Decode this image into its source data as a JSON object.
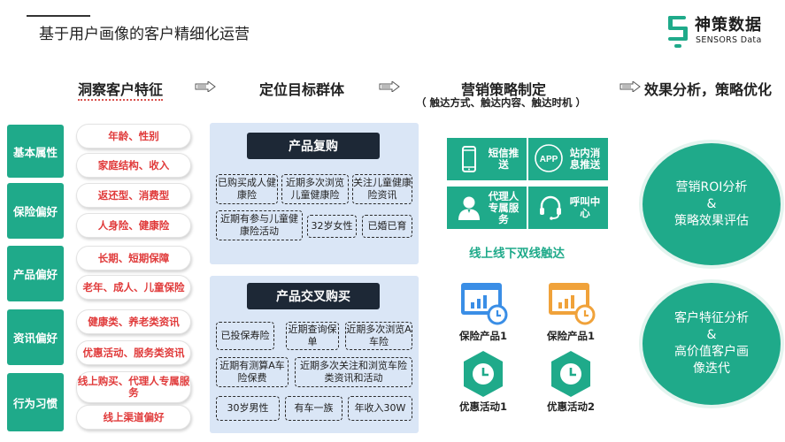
{
  "header": {
    "title": "基于用户画像的客户精细化运营",
    "logo_cn": "神策数据",
    "logo_en": "SENSORS Data"
  },
  "stages": [
    {
      "label": "洞察客户特征"
    },
    {
      "label": "定位目标群体"
    },
    {
      "label": "营销策略制定",
      "sub": "（ 触达方式、触达内容、触达时机 ）"
    },
    {
      "label": "效果分析，策略优化"
    }
  ],
  "categories": [
    {
      "label": "基本属性",
      "pills": [
        "年龄、性别",
        "家庭结构、收入"
      ]
    },
    {
      "label": "保险偏好",
      "pills": [
        "返还型、消费型",
        "人身险、健康险"
      ]
    },
    {
      "label": "产品偏好",
      "pills": [
        "长期、短期保障",
        "老年、成人、儿童保险"
      ]
    },
    {
      "label": "资讯偏好",
      "pills": [
        "健康类、养老类资讯",
        "优惠活动、服务类资讯"
      ]
    },
    {
      "label": "行为习惯",
      "pills": [
        "线上购买、代理人专属服务",
        "线上渠道偏好"
      ]
    }
  ],
  "panels": [
    {
      "title": "产品复购",
      "tags": [
        "已购买成人健康险",
        "近期多次浏览儿童健康险",
        "关注儿童健康险资讯",
        "近期有参与儿童健康险活动",
        "32岁女性",
        "已婚已育"
      ]
    },
    {
      "title": "产品交叉购买",
      "tags": [
        "已投保寿险",
        "近期查询保单",
        "近期多次浏览A车险",
        "近期有测算A车险保费",
        "近期多次关注和浏览车险类资讯和活动",
        "30岁男性",
        "有车一族",
        "年收入30W"
      ]
    }
  ],
  "channels": [
    {
      "label": "短信推送",
      "icon": "phone-icon"
    },
    {
      "label": "站内消息推送",
      "icon": "app-icon"
    },
    {
      "label": "代理人专属服务",
      "icon": "agent-icon"
    },
    {
      "label": "呼叫中心",
      "icon": "headset-icon"
    }
  ],
  "online_offline": "线上线下双线触达",
  "content_items": [
    {
      "label": "保险产品1",
      "icon": "chart-card-blue-icon",
      "color": "#3a8ee6"
    },
    {
      "label": "保险产品1",
      "icon": "chart-card-orange-icon",
      "color": "#f0a23a"
    },
    {
      "label": "优惠活动1",
      "icon": "clock-shield-icon",
      "color": "#1faa8a"
    },
    {
      "label": "优惠活动2",
      "icon": "clock-shield-icon",
      "color": "#1faa8a"
    }
  ],
  "results": [
    {
      "line1": "营销ROI分析",
      "line2": "&",
      "line3": "策略效果评估"
    },
    {
      "line1": "客户特征分析",
      "line2": "&",
      "line3": "高价值客户画像迭代"
    }
  ],
  "colors": {
    "accent": "#1faa8a",
    "panel_bg": "#dae6f6",
    "pill_text": "#e03a3a",
    "panel_title_bg": "#1d2836"
  }
}
